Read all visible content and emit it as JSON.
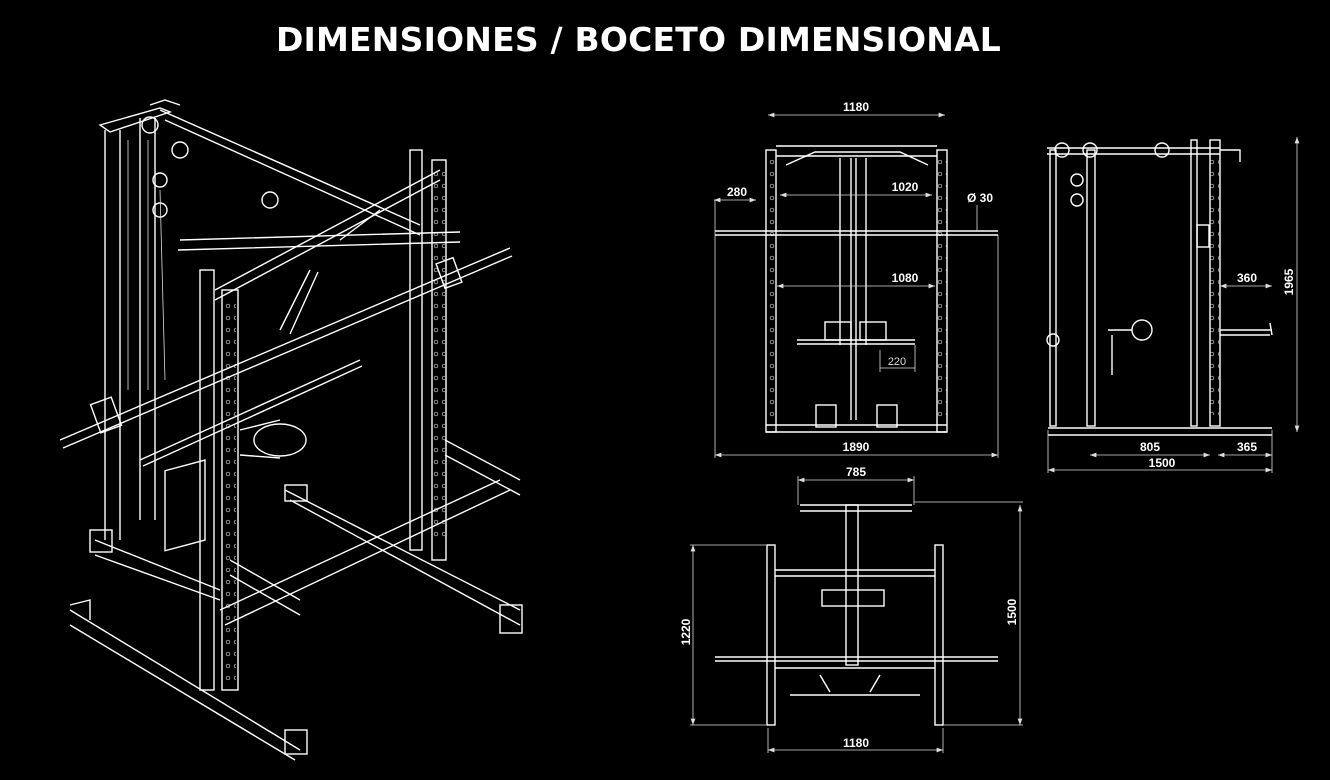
{
  "title": "DIMENSIONES / BOCETO DIMENSIONAL",
  "front_view": {
    "width_top": "1180",
    "inner_width_upper": "1020",
    "inner_width_lower": "1080",
    "bar_overhang": "280",
    "bar_diameter": "Ø 30",
    "handle_length": "220",
    "bar_total_length": "1890"
  },
  "side_view": {
    "height": "1965",
    "safety_arm_depth": "360",
    "base_rear": "805",
    "base_front": "365",
    "total_depth": "1500"
  },
  "top_view": {
    "pulldown_bar": "785",
    "depth_inner": "1220",
    "depth_total": "1500",
    "width": "1180"
  }
}
